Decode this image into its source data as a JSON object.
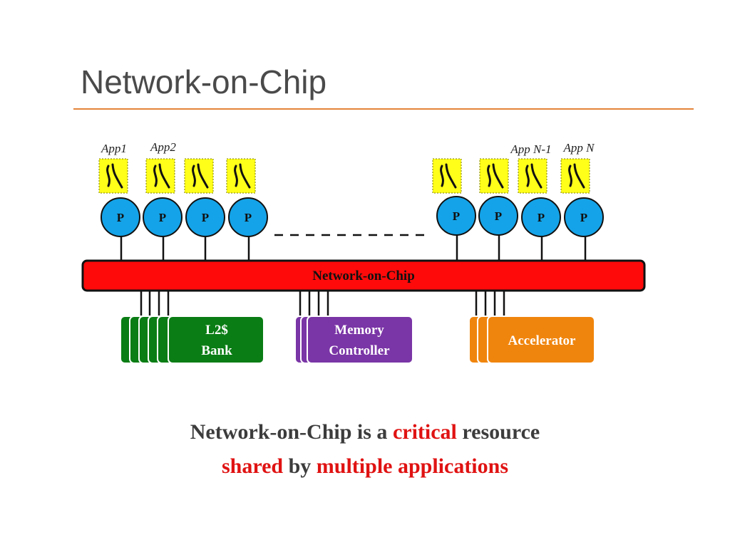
{
  "slide": {
    "title": "Network-on-Chip"
  },
  "diagram": {
    "app_labels": [
      "App1",
      "App2",
      "App N-1",
      "App N"
    ],
    "processor_label": "P",
    "processor_count": 8,
    "network_label": "Network-on-Chip",
    "blocks": {
      "l2": {
        "line1": "L2$",
        "line2": "Bank",
        "color": "#0a7d14"
      },
      "memory": {
        "line1": "Memory",
        "line2": "Controller",
        "color": "#7a35a6"
      },
      "accelerator": {
        "label": "Accelerator",
        "color": "#f0850d"
      }
    },
    "colors": {
      "app_box": "#ffff1a",
      "processor": "#14a3e8",
      "network": "#ff0a0a"
    }
  },
  "caption": {
    "line1": {
      "part1": "Network-on-Chip is a",
      "highlight": "critical",
      "part2": "resource"
    },
    "line2": {
      "highlight1": "shared",
      "part1": "by",
      "highlight2": "multiple applications"
    }
  }
}
